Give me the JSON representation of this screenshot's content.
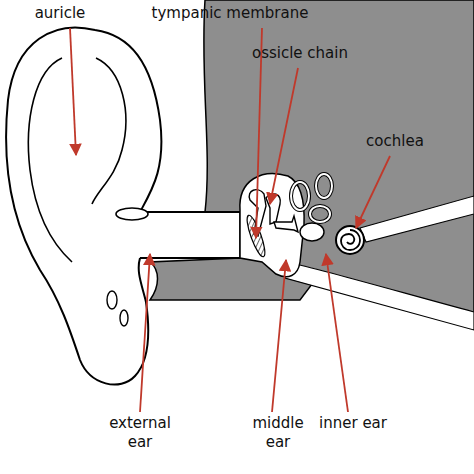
{
  "diagram": {
    "labels": [
      "auricle",
      "tympanic membrane",
      "ossicle chain",
      "cochlea",
      "external ear",
      "middle ear",
      "inner ear"
    ]
  }
}
